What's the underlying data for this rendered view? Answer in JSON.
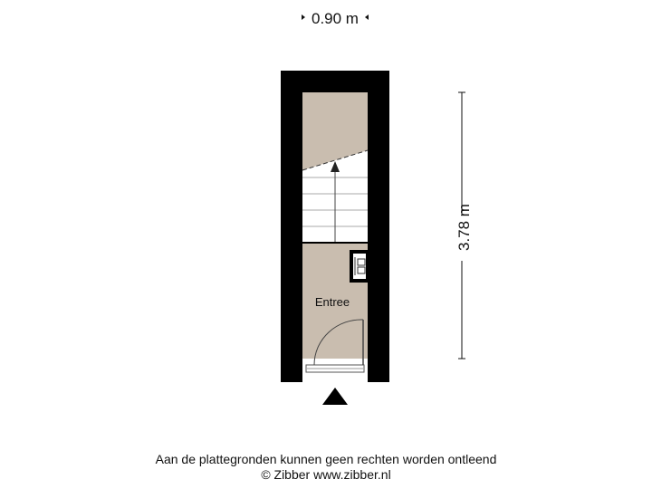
{
  "dimensions": {
    "width": "0.90 m",
    "height": "3.78 m"
  },
  "rooms": {
    "entree": "Entree"
  },
  "footer": {
    "disclaimer": "Aan de plattegronden kunnen geen rechten worden ontleend",
    "copyright": "© Zibber www.zibber.nl"
  },
  "colors": {
    "wall": "#000000",
    "floor": "#c9bdaf",
    "stairs": "#ffffff",
    "lines": "#555555"
  },
  "icons": [
    "entrance-arrow-icon",
    "stair-direction-arrow-icon",
    "meter-cupboard-icon",
    "door-swing-icon"
  ]
}
